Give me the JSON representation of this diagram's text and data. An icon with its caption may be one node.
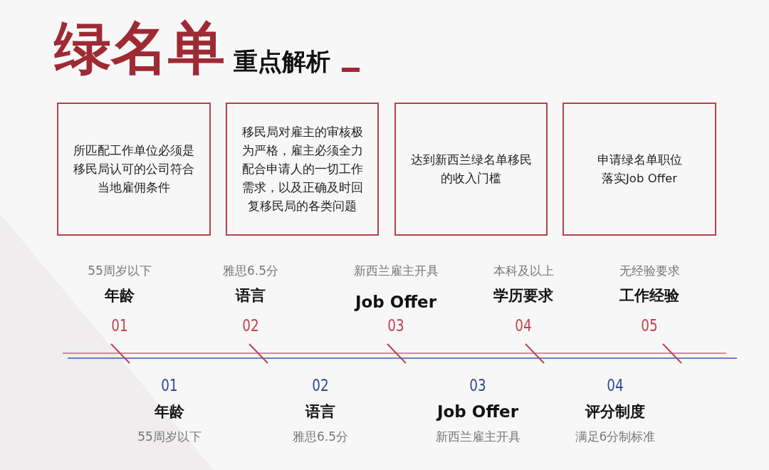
{
  "diagram": {
    "title": "绿名单",
    "nodes": [
      {
        "text": [
          "所匹配工作单位必须是移民局认可的公司符合当地雇佣条件"
        ]
      },
      {
        "text": [
          "移民局对雇主的审核极为严格，雇主必须全力配合申请人的一切工作需求，以及正确及时回复移民局的各类问题"
        ]
      },
      {
        "text": [
          "达到新西兰绿名单移民的收入门槛"
        ]
      },
      {
        "text": [
          "申请绿名单职位落实Job Offer"
        ]
      }
    ],
    "labels": [
      "重点解析",
      "55周岁以下",
      "年龄",
      "01",
      "雅思6.5分",
      "语言",
      "02",
      "新西兰雇主开具",
      "Job Offer",
      "03",
      "本科及以上",
      "学历要求",
      "04",
      "无经验要求",
      "工作经验",
      "05",
      "01",
      "年龄",
      "55周岁以下",
      "02",
      "语言",
      "雅思6.5分",
      "03",
      "Job Offer",
      "新西兰雇主开具",
      "04",
      "评分制度",
      "满足6分制标准"
    ]
  }
}
